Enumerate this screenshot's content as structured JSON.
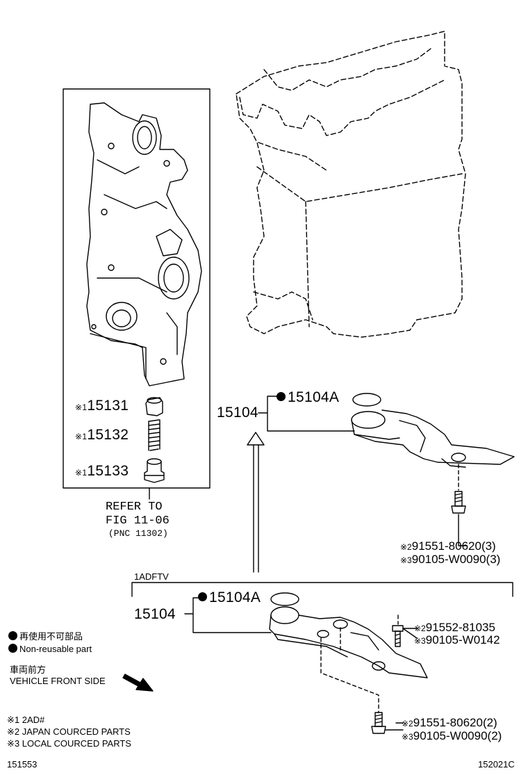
{
  "refer": {
    "line1": "REFER TO",
    "line2": "FIG 11-06",
    "line3": "(PNC 11302)"
  },
  "upper_group": {
    "parent_pn": "15104",
    "gasket_pn": "15104A",
    "bolt_code_1_prefix": "※2",
    "bolt_code_1": "91551-80620(3)",
    "bolt_code_2_prefix": "※3",
    "bolt_code_2": "90105-W0090(3)"
  },
  "inset_parts": [
    {
      "prefix": "※1",
      "pn": "15131"
    },
    {
      "prefix": "※1",
      "pn": "15132"
    },
    {
      "prefix": "※1",
      "pn": "15133"
    }
  ],
  "lower_group": {
    "variant_label": "1ADFTV",
    "parent_pn": "15104",
    "gasket_pn": "15104A",
    "bolt_a_code_1_prefix": "※2",
    "bolt_a_code_1": "91552-81035",
    "bolt_a_code_2_prefix": "※3",
    "bolt_a_code_2": "90105-W0142",
    "bolt_b_code_1_prefix": "※2",
    "bolt_b_code_1": "91551-80620(2)",
    "bolt_b_code_2_prefix": "※3",
    "bolt_b_code_2": "90105-W0090(2)"
  },
  "legend": {
    "non_reusable_jp": "再使用不可部品",
    "non_reusable_en": "Non-reusable part",
    "front_jp": "車両前方",
    "front_en": "VEHICLE FRONT SIDE",
    "note1": "※1 2AD#",
    "note2": "※2 JAPAN COURCED PARTS",
    "note3": "※3 LOCAL COURCED PARTS"
  },
  "footer": {
    "left_code": "151553",
    "right_code": "152021C"
  }
}
